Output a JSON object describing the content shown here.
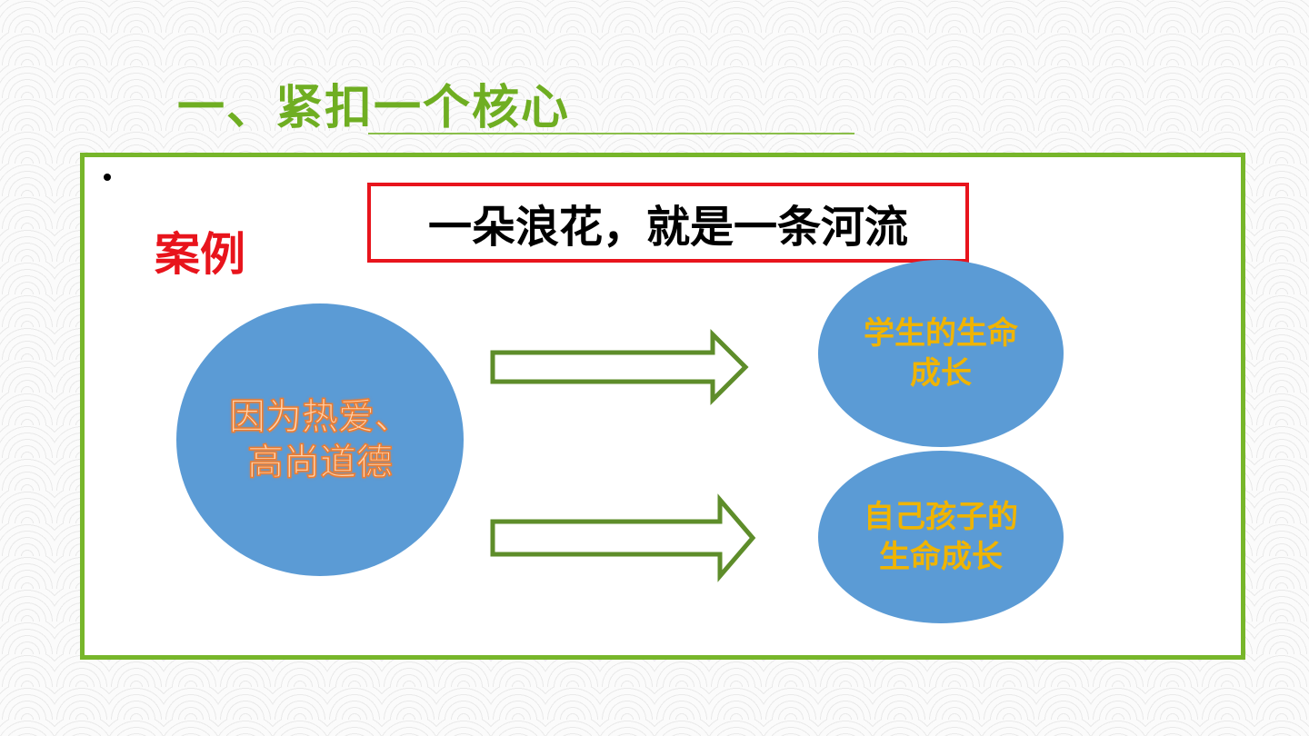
{
  "slide": {
    "title": "一、紧扣一个核心",
    "case_label": "案例",
    "quote": "一朵浪花，就是一条河流",
    "cause": "因为热爱、高尚道德",
    "outcomes": [
      "学生的生命成长",
      "自己孩子的生命成长"
    ]
  },
  "colors": {
    "title": "#6fae22",
    "frame": "#77b62a",
    "accent_red": "#e8141c",
    "circle": "#5b9bd5",
    "outcome_text": "#f0b400",
    "cause_text": "#ed7d31"
  }
}
